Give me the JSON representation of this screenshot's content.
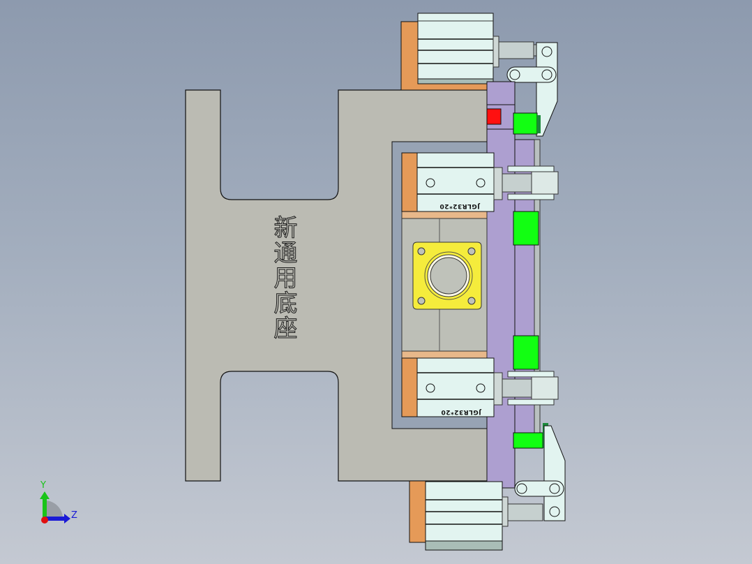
{
  "viewport": {
    "background_top": "#8d9aae",
    "background_bottom": "#c4c9d2"
  },
  "model": {
    "base_plate_engraving": "新通用底座",
    "cylinder_labels": [
      "JGLR32*20",
      "JGLR32*20"
    ],
    "colors": {
      "base_plate": "#bbbbb3",
      "mount_block": "#e59a58",
      "cylinder_body": "#e2f4f0",
      "clamp_plate": "#ad9fd0",
      "locator_green": "#12ff12",
      "locator_dark_green": "#1b8a3a",
      "red_block": "#ff1010",
      "workpiece_flange": "#f5ec3c"
    }
  },
  "triad": {
    "y_label": "Y",
    "z_label": "Z",
    "y_color": "#19c419",
    "z_color": "#1a1ad6",
    "x_color": "#e01010"
  }
}
